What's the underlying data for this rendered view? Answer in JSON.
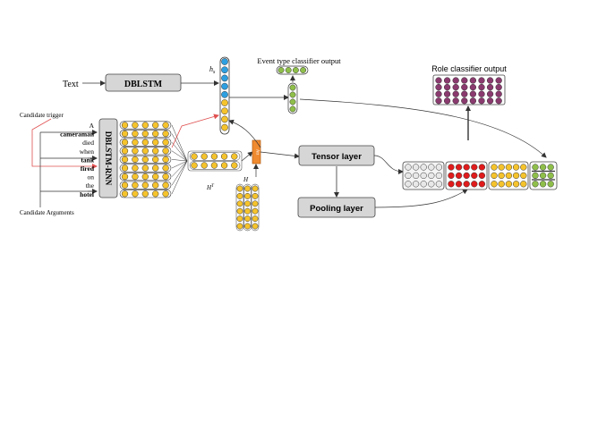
{
  "inputs": {
    "text_label": "Text",
    "dblstm_label": "DBLSTM",
    "hs_label": "h",
    "hs_sub": "s",
    "candidate_trigger": "Candidate trigger",
    "candidate_arguments": "Candidate Arguments",
    "tokens": [
      "A",
      "cameraman",
      "died",
      "when",
      "tank",
      "fired",
      "on",
      "the",
      "hotel"
    ],
    "bold_tokens": [
      "cameraman",
      "tank",
      "fired",
      "hotel"
    ]
  },
  "encoder": {
    "rnn_label": "DBLSTM-RNN",
    "ht_label": "H",
    "ht_sup": "T",
    "h_label": "H",
    "att_label": "Att"
  },
  "classifiers": {
    "event_type_label": "Event type classifier output",
    "role_label": "Role classifier output"
  },
  "layers": {
    "tensor_label": "Tensor layer",
    "pooling_label": "Pooling layer"
  },
  "colors": {
    "yellow": "#f5c32c",
    "green": "#8fbf4a",
    "blue": "#2e9fe0",
    "purple": "#8a3a6e",
    "red": "#e01c1c",
    "gray_cell": "#e8e8e8",
    "box_gray": "#d6d6d6",
    "orange": "#f08a30",
    "trigger_red": "#e05050"
  }
}
